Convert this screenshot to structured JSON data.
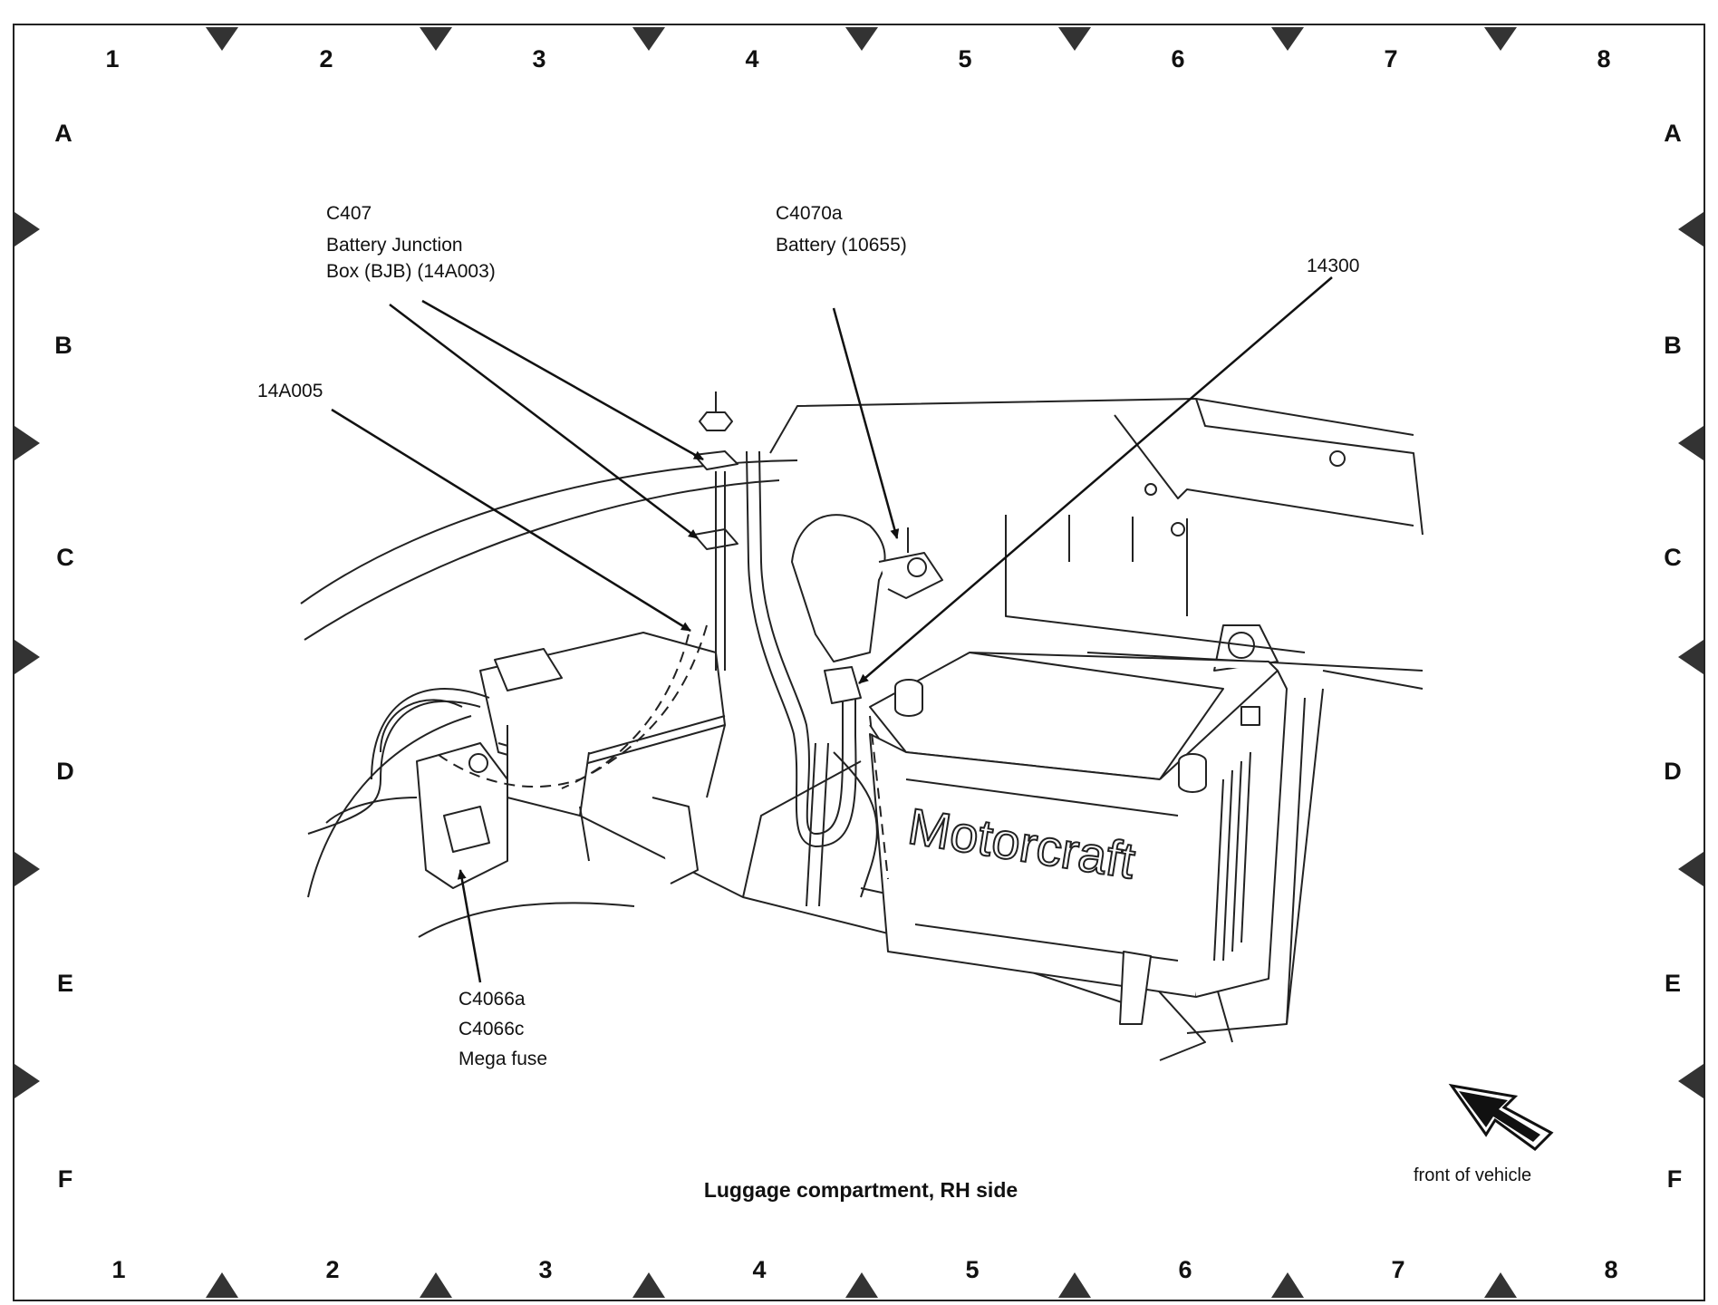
{
  "grid": {
    "top_numbers": [
      "1",
      "2",
      "3",
      "4",
      "5",
      "6",
      "7",
      "8"
    ],
    "bottom_numbers": [
      "1",
      "2",
      "3",
      "4",
      "5",
      "6",
      "7",
      "8"
    ],
    "left_letters": [
      "A",
      "B",
      "C",
      "D",
      "E",
      "F"
    ],
    "right_letters": [
      "A",
      "B",
      "C",
      "D",
      "E",
      "F"
    ]
  },
  "callouts": {
    "c407": {
      "code": "C407",
      "line2": "Battery Junction",
      "line3": "Box (BJB) (14A003)"
    },
    "c4070a": {
      "code": "C4070a",
      "line2": "Battery (10655)"
    },
    "p14300": {
      "code": "14300"
    },
    "p14a005": {
      "code": "14A005"
    },
    "c4066": {
      "line1": "C4066a",
      "line2": "C4066c",
      "line3": "Mega fuse"
    }
  },
  "battery_brand": "Motorcraft",
  "caption": "Luggage compartment, RH side",
  "front_of_vehicle": "front of vehicle"
}
